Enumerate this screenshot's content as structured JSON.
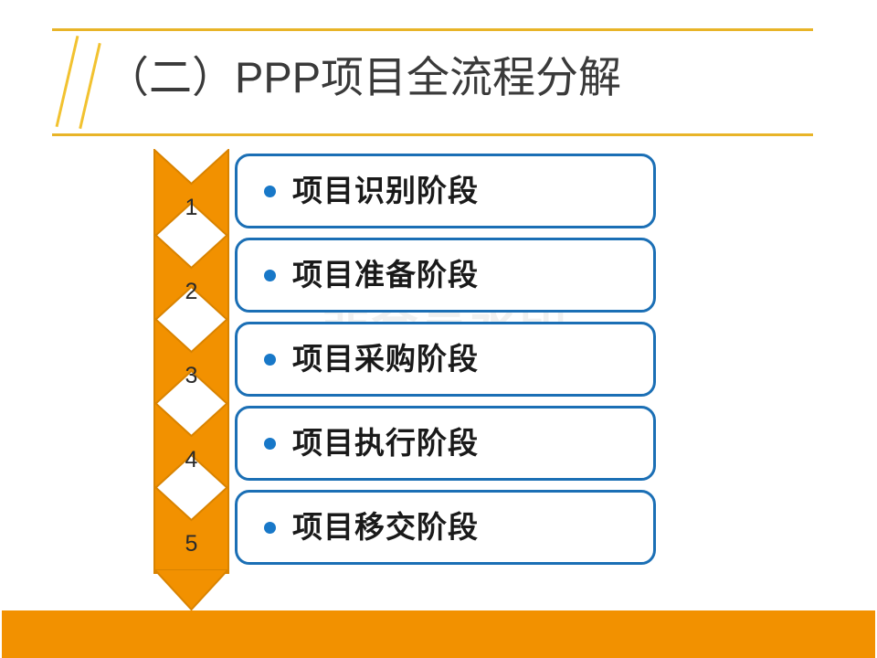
{
  "slide": {
    "title": "（二）PPP项目全流程分解",
    "watermark": "非会员水印",
    "accent_gold": "#E8B428",
    "accent_orange": "#F29100",
    "accent_blue": "#1B6FB5",
    "bullet_blue": "#1878C8",
    "background": "#FFFFFF"
  },
  "flow": {
    "steps": [
      {
        "number": "1",
        "label": "项目识别阶段"
      },
      {
        "number": "2",
        "label": "项目准备阶段"
      },
      {
        "number": "3",
        "label": "项目采购阶段"
      },
      {
        "number": "4",
        "label": "项目执行阶段"
      },
      {
        "number": "5",
        "label": "项目移交阶段"
      }
    ]
  }
}
